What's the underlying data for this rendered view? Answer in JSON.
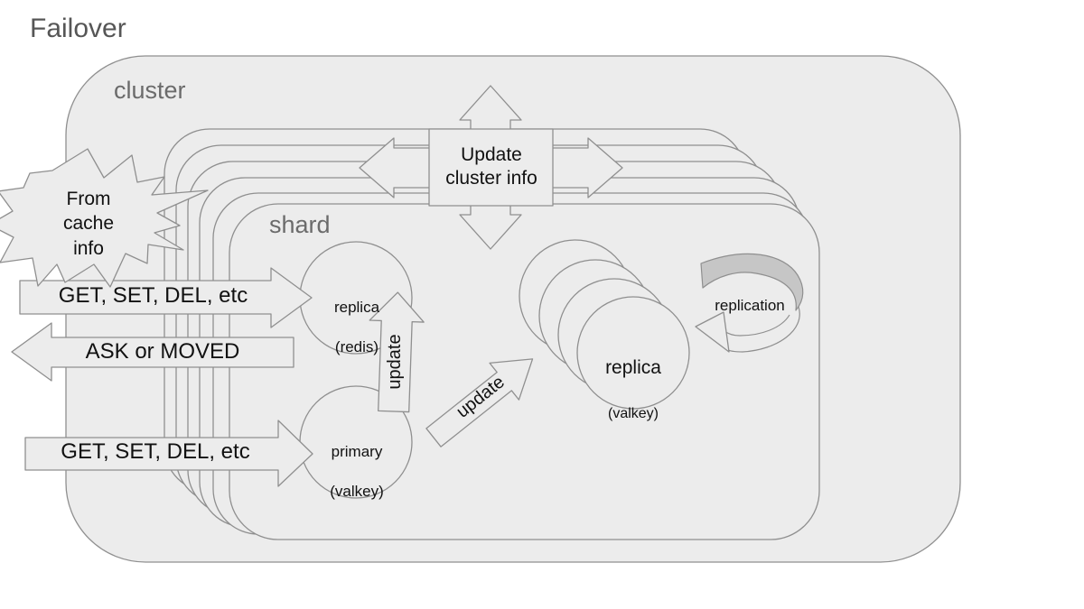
{
  "title": "Failover",
  "colors": {
    "fill": "#ececec",
    "stroke": "#8f8f8f",
    "band": "#c6c6c6",
    "label": "#6b6b6b",
    "title": "#565656",
    "text": "#111111"
  },
  "cluster": {
    "label": "cluster"
  },
  "shard": {
    "label": "shard",
    "stack_count": 6
  },
  "hub_arrow": {
    "label": "Update cluster info"
  },
  "cache_burst": {
    "label": "From cache info"
  },
  "client_arrows": {
    "get_set_top": "GET, SET, DEL, etc",
    "ask_moved": "ASK or MOVED",
    "get_set_bottom": "GET, SET, DEL, etc"
  },
  "update_arrows": {
    "vertical": "update",
    "diagonal": "update"
  },
  "replication": {
    "label": "replication"
  },
  "nodes": {
    "replica_redis": {
      "name": "replica",
      "engine": "(redis)"
    },
    "primary_valkey": {
      "name": "primary",
      "engine": "(valkey)"
    },
    "replica_valkey": {
      "name": "replica",
      "engine": "(valkey)",
      "count": 4
    }
  }
}
